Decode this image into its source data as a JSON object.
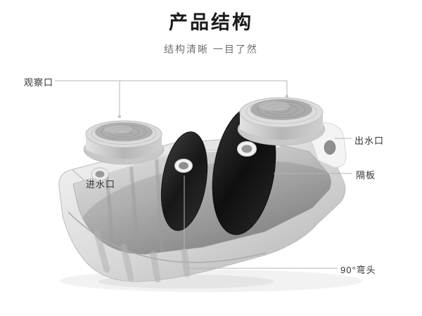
{
  "header": {
    "title": "产品结构",
    "subtitle": "结构清晰 一目了然"
  },
  "labels": {
    "observation_port": "观察口",
    "water_inlet": "进水口",
    "water_outlet": "出水口",
    "baffle": "隔板",
    "elbow": "90°弯头"
  },
  "colors": {
    "background": "#ffffff",
    "title_text": "#1a1a1a",
    "subtitle_text": "#707070",
    "label_text": "#333333",
    "callout_line": "#b4b4b4",
    "tank_light": "#e3e3e3",
    "tank_mid": "#bdbdbd",
    "baffle_dark": "#1a1a1a"
  }
}
